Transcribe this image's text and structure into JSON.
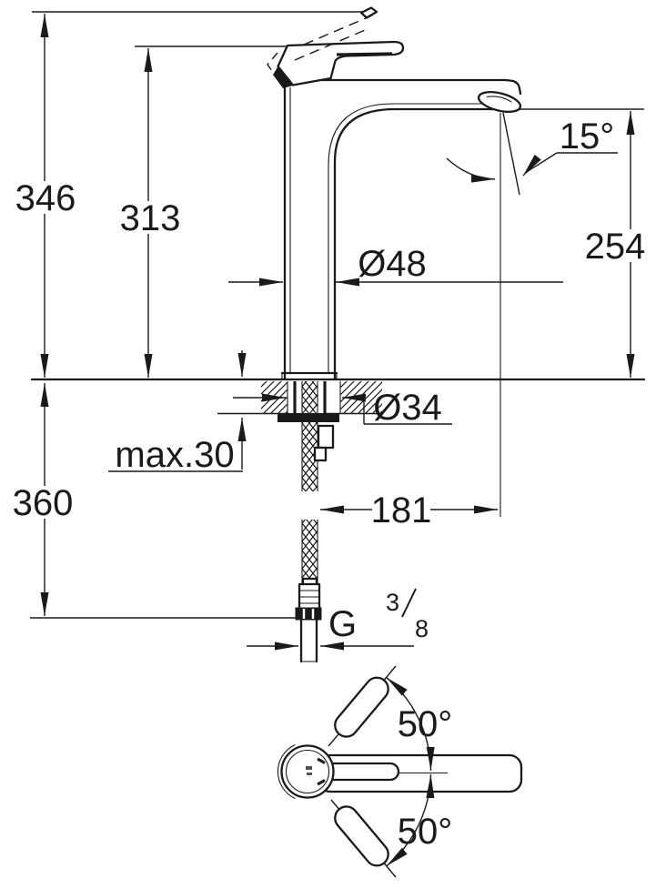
{
  "drawing": {
    "front": {
      "total_height": "346",
      "lever_height": "313",
      "spout_height": "254",
      "spout_angle": "15°",
      "body_diameter": "Ø48",
      "hole_diameter": "Ø34",
      "max_deck_thickness": "max.30",
      "hose_length": "360",
      "spout_reach": "181",
      "thread": {
        "g": "G",
        "numerator": "3",
        "denominator": "8"
      }
    },
    "top": {
      "handle_swing_upper": "50°",
      "handle_swing_lower": "50°"
    },
    "colors": {
      "ink": "#1a1a1a",
      "paper": "#ffffff"
    }
  }
}
